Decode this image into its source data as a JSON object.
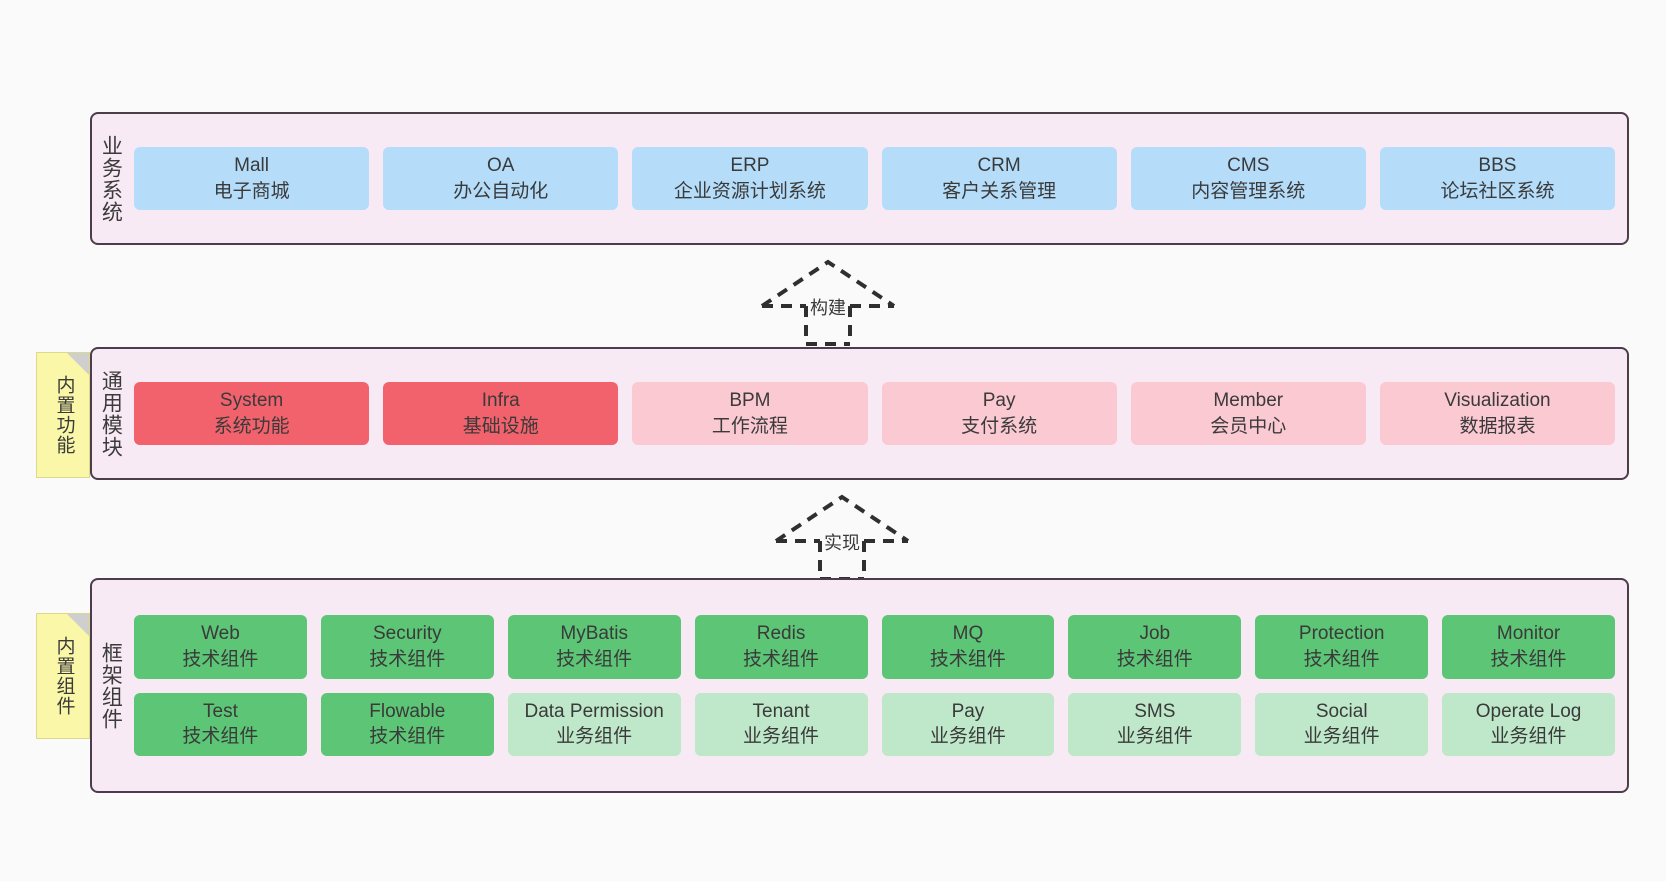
{
  "layers": [
    {
      "id": "business-system",
      "title": "业务系统",
      "note": null,
      "rows": [
        [
          {
            "title": "Mall",
            "sub": "电子商城",
            "color": "blue"
          },
          {
            "title": "OA",
            "sub": "办公自动化",
            "color": "blue"
          },
          {
            "title": "ERP",
            "sub": "企业资源计划系统",
            "color": "blue"
          },
          {
            "title": "CRM",
            "sub": "客户关系管理",
            "color": "blue"
          },
          {
            "title": "CMS",
            "sub": "内容管理系统",
            "color": "blue"
          },
          {
            "title": "BBS",
            "sub": "论坛社区系统",
            "color": "blue"
          }
        ]
      ]
    },
    {
      "id": "common-module",
      "title": "通用模块",
      "note": "内置功能",
      "rows": [
        [
          {
            "title": "System",
            "sub": "系统功能",
            "color": "red"
          },
          {
            "title": "Infra",
            "sub": "基础设施",
            "color": "red"
          },
          {
            "title": "BPM",
            "sub": "工作流程",
            "color": "pink"
          },
          {
            "title": "Pay",
            "sub": "支付系统",
            "color": "pink"
          },
          {
            "title": "Member",
            "sub": "会员中心",
            "color": "pink"
          },
          {
            "title": "Visualization",
            "sub": "数据报表",
            "color": "pink"
          }
        ]
      ]
    },
    {
      "id": "framework-component",
      "title": "框架组件",
      "note": "内置组件",
      "rows": [
        [
          {
            "title": "Web",
            "sub": "技术组件",
            "color": "green"
          },
          {
            "title": "Security",
            "sub": "技术组件",
            "color": "green"
          },
          {
            "title": "MyBatis",
            "sub": "技术组件",
            "color": "green"
          },
          {
            "title": "Redis",
            "sub": "技术组件",
            "color": "green"
          },
          {
            "title": "MQ",
            "sub": "技术组件",
            "color": "green"
          },
          {
            "title": "Job",
            "sub": "技术组件",
            "color": "green"
          },
          {
            "title": "Protection",
            "sub": "技术组件",
            "color": "green"
          },
          {
            "title": "Monitor",
            "sub": "技术组件",
            "color": "green"
          }
        ],
        [
          {
            "title": "Test",
            "sub": "技术组件",
            "color": "green"
          },
          {
            "title": "Flowable",
            "sub": "技术组件",
            "color": "green"
          },
          {
            "title": "Data Permission",
            "sub": "业务组件",
            "color": "lgreen"
          },
          {
            "title": "Tenant",
            "sub": "业务组件",
            "color": "lgreen"
          },
          {
            "title": "Pay",
            "sub": "业务组件",
            "color": "lgreen"
          },
          {
            "title": "SMS",
            "sub": "业务组件",
            "color": "lgreen"
          },
          {
            "title": "Social",
            "sub": "业务组件",
            "color": "lgreen"
          },
          {
            "title": "Operate Log",
            "sub": "业务组件",
            "color": "lgreen"
          }
        ]
      ]
    }
  ],
  "connectors": [
    {
      "id": "build",
      "label": "构建"
    },
    {
      "id": "implement",
      "label": "实现"
    }
  ],
  "colors": {
    "blue": "#b5ddfa",
    "red": "#f2626c",
    "pink": "#fbc9d2",
    "green": "#5cc576",
    "light_green": "#bee8c9",
    "container_bg": "#f8eaf4",
    "container_border": "#4c3c4c",
    "note_bg": "#fbf7a8",
    "page_bg": "#fafafa"
  }
}
